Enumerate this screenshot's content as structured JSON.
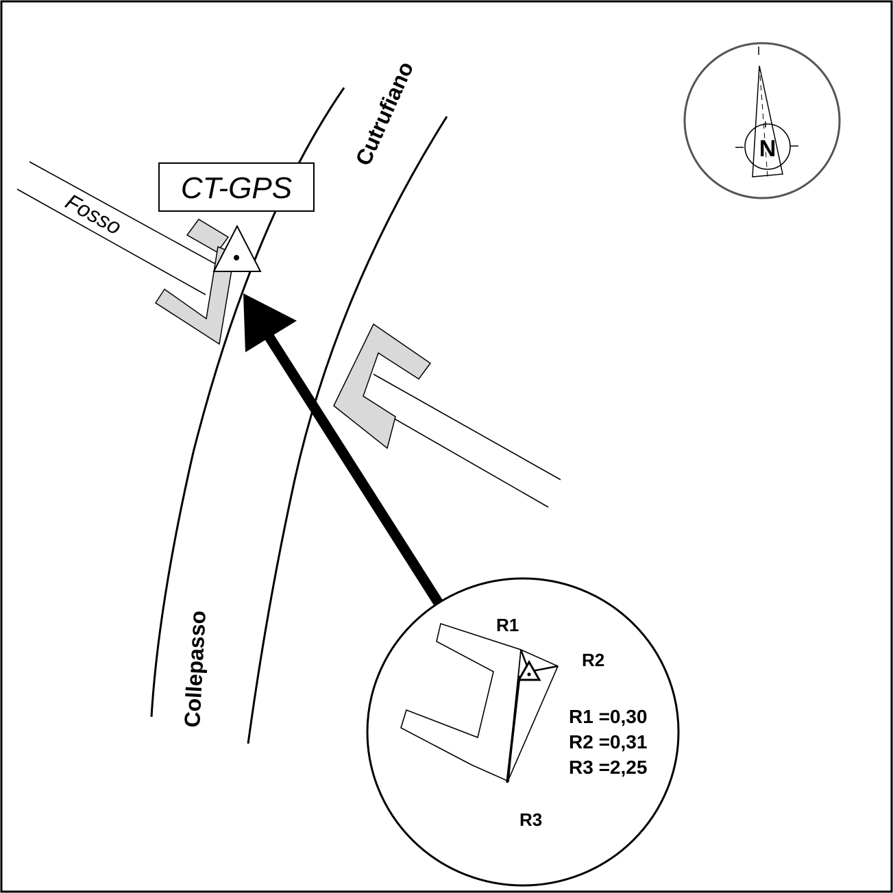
{
  "map": {
    "station_label": "CT-GPS",
    "canal_label": "Fosso",
    "road_end_north": "Cutrufiano",
    "road_end_south": "Collepasso",
    "north_symbol": "N",
    "inset": {
      "ref_labels": [
        "R1",
        "R2",
        "R3"
      ],
      "measurements": [
        "R1 =0,30",
        "R2 =0,31",
        "R3 =2,25"
      ]
    },
    "colors": {
      "building_fill": "#d9d9d9",
      "compass_ring": "#555555",
      "lines": "#000000"
    },
    "icons": [
      "north-arrow-icon",
      "triangulation-point-icon",
      "pointer-arrow-icon"
    ]
  }
}
